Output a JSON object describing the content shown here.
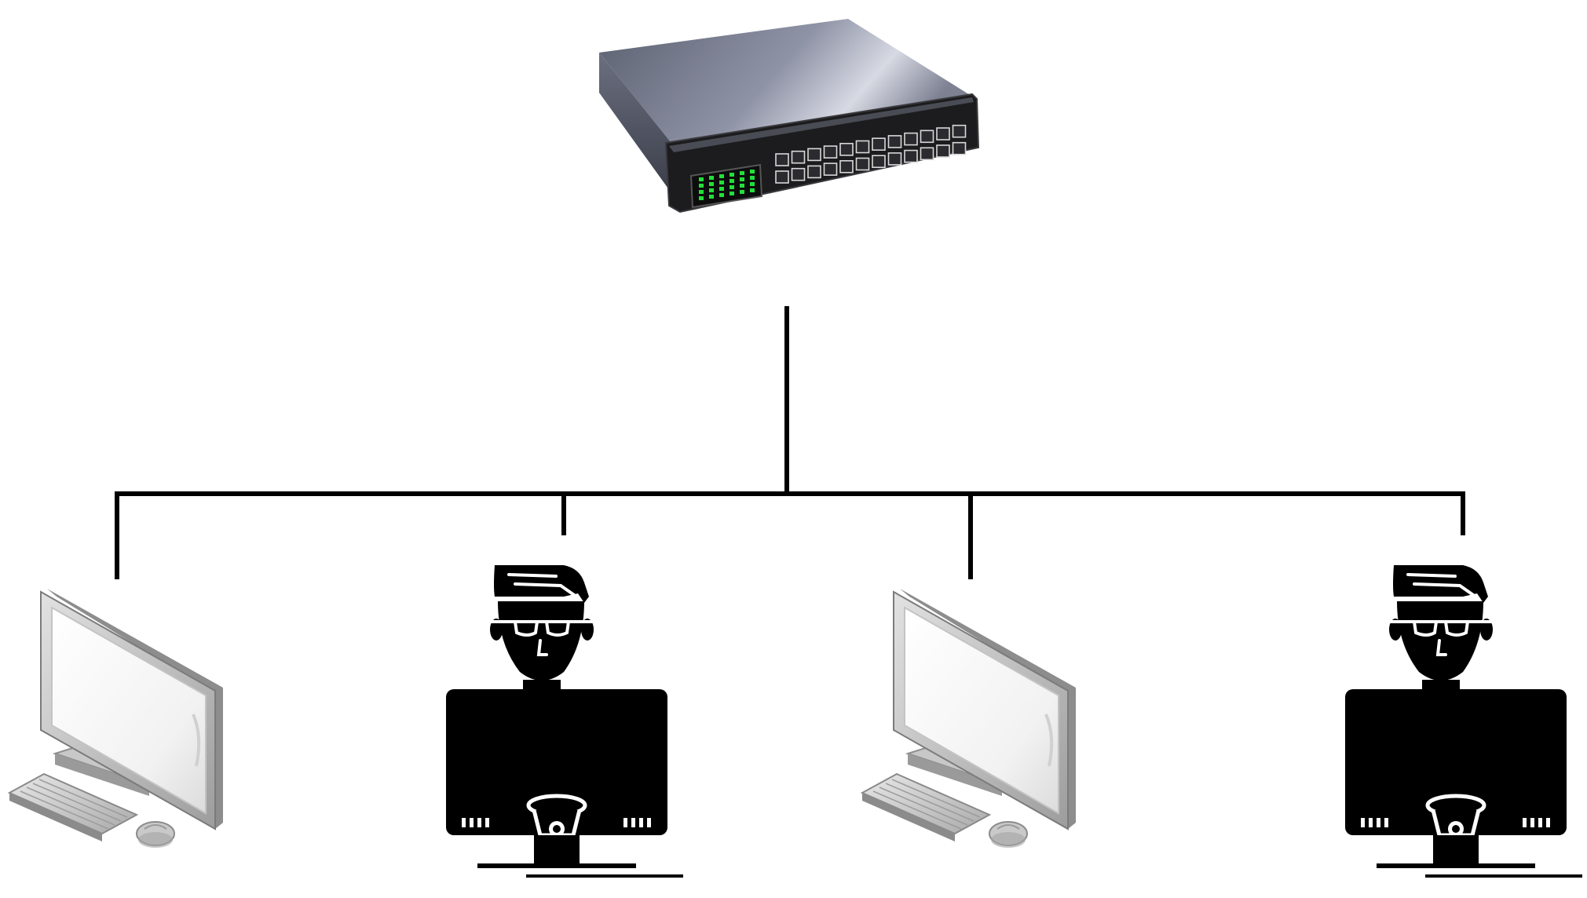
{
  "diagram": {
    "type": "star-topology-network",
    "hub": {
      "icon": "network-switch-icon",
      "port_count": 24,
      "led_color": "#22e03a"
    },
    "nodes": [
      {
        "id": "pc-1",
        "icon": "desktop-computer-icon"
      },
      {
        "id": "user-1",
        "icon": "user-at-computer-icon"
      },
      {
        "id": "pc-2",
        "icon": "desktop-computer-icon"
      },
      {
        "id": "user-2",
        "icon": "user-at-computer-icon"
      }
    ],
    "connections": [
      {
        "from": "hub",
        "to": "pc-1"
      },
      {
        "from": "hub",
        "to": "user-1"
      },
      {
        "from": "hub",
        "to": "pc-2"
      },
      {
        "from": "hub",
        "to": "user-2"
      }
    ],
    "colors": {
      "line": "#000000",
      "background": "#ffffff",
      "switch_body": "#5a6274",
      "switch_front": "#1c1c1e",
      "monitor_frame": "#b8b8b8",
      "user_icon": "#000000"
    }
  }
}
